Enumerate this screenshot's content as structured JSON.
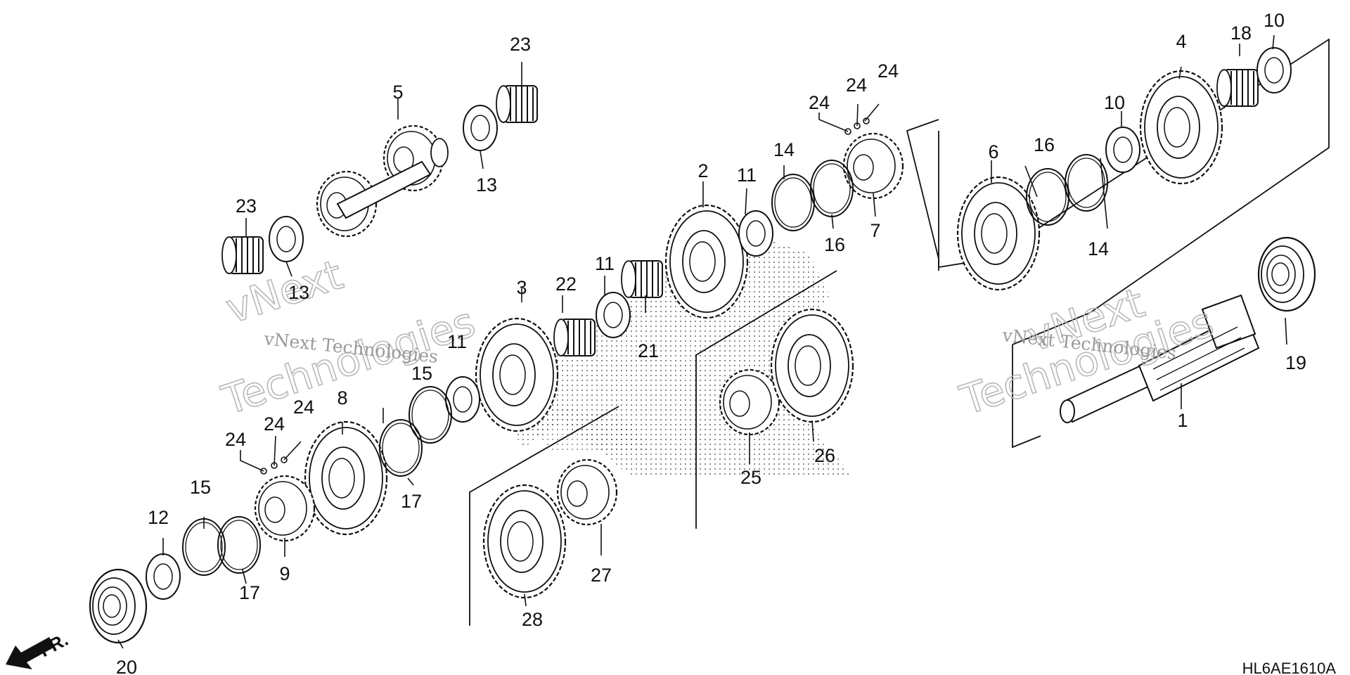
{
  "diagram": {
    "code": "HL6AE1610A",
    "direction_label": "FR.",
    "watermark": {
      "primary": "vNext Technologies",
      "outline_top": "vNext",
      "outline_bottom": "Technologies"
    },
    "callouts": [
      {
        "id": "c1",
        "label": "1"
      },
      {
        "id": "c2",
        "label": "2"
      },
      {
        "id": "c3",
        "label": "3"
      },
      {
        "id": "c4",
        "label": "4"
      },
      {
        "id": "c5",
        "label": "5"
      },
      {
        "id": "c6",
        "label": "6"
      },
      {
        "id": "c7",
        "label": "7"
      },
      {
        "id": "c8",
        "label": "8"
      },
      {
        "id": "c9",
        "label": "9"
      },
      {
        "id": "c10a",
        "label": "10"
      },
      {
        "id": "c10b",
        "label": "10"
      },
      {
        "id": "c11a",
        "label": "11"
      },
      {
        "id": "c11b",
        "label": "11"
      },
      {
        "id": "c11c",
        "label": "11"
      },
      {
        "id": "c12",
        "label": "12"
      },
      {
        "id": "c13a",
        "label": "13"
      },
      {
        "id": "c13b",
        "label": "13"
      },
      {
        "id": "c14a",
        "label": "14"
      },
      {
        "id": "c14b",
        "label": "14"
      },
      {
        "id": "c15a",
        "label": "15"
      },
      {
        "id": "c15b",
        "label": "15"
      },
      {
        "id": "c16a",
        "label": "16"
      },
      {
        "id": "c16b",
        "label": "16"
      },
      {
        "id": "c17a",
        "label": "17"
      },
      {
        "id": "c17b",
        "label": "17"
      },
      {
        "id": "c18",
        "label": "18"
      },
      {
        "id": "c19",
        "label": "19"
      },
      {
        "id": "c20",
        "label": "20"
      },
      {
        "id": "c21",
        "label": "21"
      },
      {
        "id": "c22",
        "label": "22"
      },
      {
        "id": "c23a",
        "label": "23"
      },
      {
        "id": "c23b",
        "label": "23"
      },
      {
        "id": "c24a",
        "label": "24"
      },
      {
        "id": "c24b",
        "label": "24"
      },
      {
        "id": "c24c",
        "label": "24"
      },
      {
        "id": "c24d",
        "label": "24"
      },
      {
        "id": "c24e",
        "label": "24"
      },
      {
        "id": "c24f",
        "label": "24"
      },
      {
        "id": "c25",
        "label": "25"
      },
      {
        "id": "c26",
        "label": "26"
      },
      {
        "id": "c27",
        "label": "27"
      },
      {
        "id": "c28",
        "label": "28"
      }
    ],
    "colors": {
      "line": "#111111",
      "watermark": "#9a9a9a",
      "stipple": "#333333"
    }
  }
}
